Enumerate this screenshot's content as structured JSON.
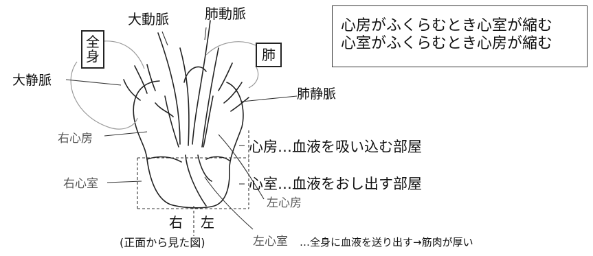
{
  "labels": {
    "aorta": "大動脈",
    "pulmonary_artery": "肺動脈",
    "whole_body": "全\n身",
    "lung": "肺",
    "vena_cava": "大静脈",
    "pulmonary_vein": "肺静脈",
    "right_atrium": "右心房",
    "right_ventricle": "右心室",
    "left_atrium": "左心房",
    "left_ventricle": "左心室",
    "right": "右",
    "left": "左",
    "caption": "(正面から見た図)"
  },
  "descriptions": {
    "atrium": "心房…血液を吸い込む部屋",
    "ventricle": "心室…血液をおし出す部屋",
    "left_ventricle_note": "…全身に血液を送り出す→筋肉が厚い"
  },
  "note": {
    "line1": "心房がふくらむとき心室が縮む",
    "line2": "心室がふくらむとき心房が縮む"
  }
}
